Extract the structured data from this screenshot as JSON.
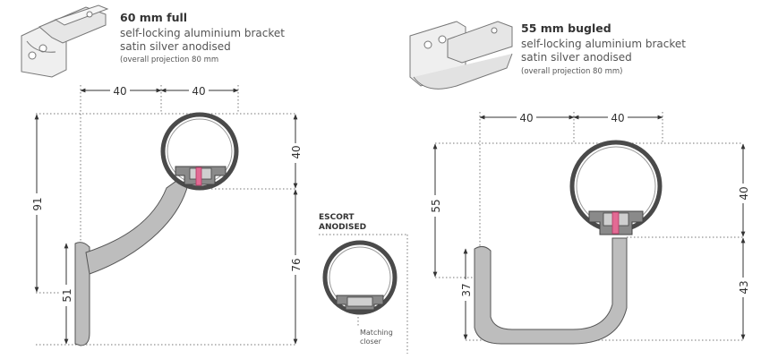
{
  "left": {
    "title": "60 mm full",
    "line1": "self-locking aluminium bracket",
    "line2": "satin silver anodised",
    "note": "(overall projection 80 mm",
    "dims": {
      "top_a": "40",
      "top_b": "40",
      "total_h": "91",
      "rail_h": "40",
      "base_h": "51",
      "lower_h": "76"
    }
  },
  "right": {
    "title": "55 mm bugled",
    "line1": "self-locking aluminium bracket",
    "line2": "satin silver anodised",
    "note": "(overall projection 80 mm)",
    "dims": {
      "top_a": "40",
      "top_b": "40",
      "h_55": "55",
      "rail_h": "40",
      "base_h": "37",
      "lower_h": "43"
    }
  },
  "escort": {
    "title1": "ESCORT",
    "title2": "ANODISED",
    "caption1": "Matching",
    "caption2": "closer"
  }
}
